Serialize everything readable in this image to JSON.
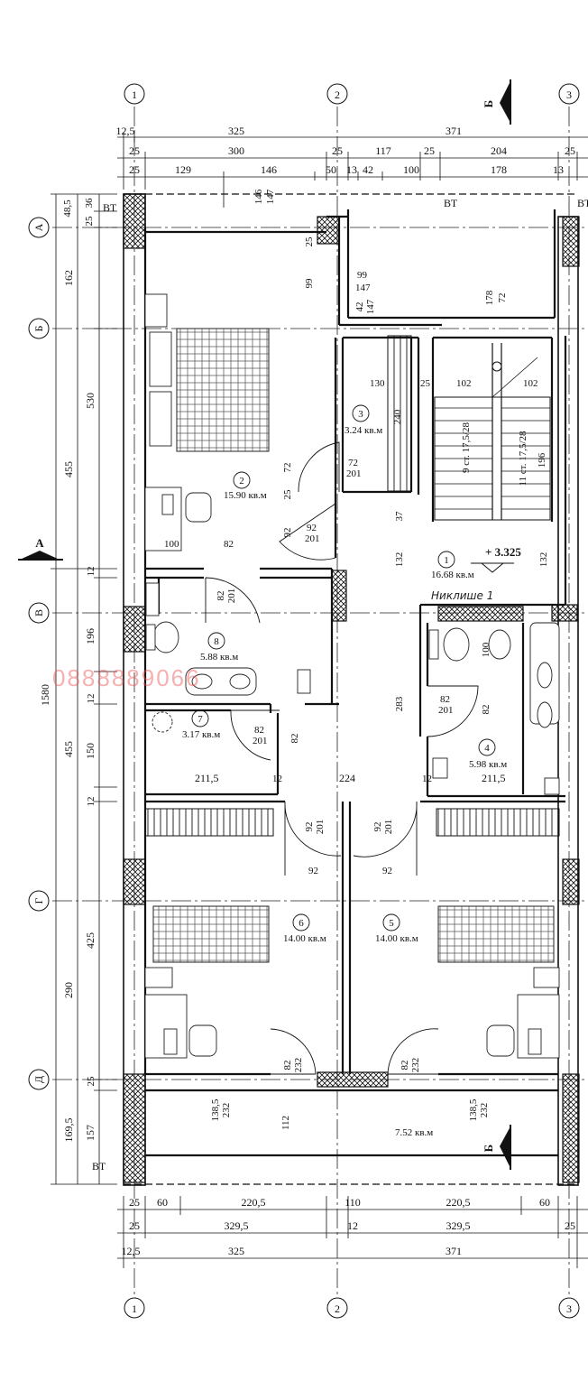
{
  "axes_numeric": [
    "1",
    "2",
    "3"
  ],
  "axes_letter": [
    "А",
    "Б",
    "В",
    "Г",
    "Д"
  ],
  "section_marks": {
    "a": "А",
    "b": "Б"
  },
  "top_dims": {
    "row1": [
      "12,5",
      "325",
      "371"
    ],
    "row2": [
      "25",
      "300",
      "25",
      "117",
      "25",
      "204",
      "25"
    ],
    "row3": [
      "25",
      "129",
      "146",
      "50",
      "13",
      "42",
      "100",
      "178",
      "13"
    ]
  },
  "bottom_dims": {
    "row1": [
      "25",
      "60",
      "220,5",
      "110",
      "220,5",
      "60"
    ],
    "row2": [
      "25",
      "329,5",
      "12",
      "329,5",
      "25"
    ],
    "row3": [
      "12,5",
      "325",
      "371"
    ]
  },
  "left_dims": {
    "total": "1580",
    "mid": [
      "455",
      "455"
    ],
    "inner": [
      "48,5",
      "36",
      "25",
      "162",
      "530",
      "12",
      "196",
      "12",
      "150",
      "12",
      "425",
      "290",
      "25",
      "157",
      "169,5"
    ]
  },
  "rooms": [
    {
      "num": "1",
      "area": "16.68 кв.м"
    },
    {
      "num": "2",
      "area": "15.90 кв.м"
    },
    {
      "num": "3",
      "area": "3.24 кв.м"
    },
    {
      "num": "4",
      "area": "5.98 кв.м"
    },
    {
      "num": "5",
      "area": "14.00 кв.м"
    },
    {
      "num": "6",
      "area": "14.00 кв.м"
    },
    {
      "num": "7",
      "area": "3.17 кв.м"
    },
    {
      "num": "8",
      "area": "5.88 кв.м"
    }
  ],
  "terrace_area": "7.52 кв.м",
  "level": "+ 3.325",
  "vt": "ВТ",
  "stair": {
    "flight1": "9 ст. 17,5/28",
    "flight2": "11 ст. 17,5/28"
  },
  "handwritten": "Никлише 1",
  "watermark": "0888889066",
  "inner_dims": {
    "d99": "99",
    "d147": "147",
    "d146": "146",
    "d147b": "147",
    "d42": "42",
    "d178": "178",
    "d72": "72",
    "d130": "130",
    "d25": "25",
    "d102": "102",
    "d102b": "102",
    "d240": "240",
    "d196": "196",
    "d72b": "72",
    "d72_201": "72",
    "d201": "201",
    "d92": "92",
    "d92_201": "92",
    "d201b": "201",
    "d37": "37",
    "d132": "132",
    "d132b": "132",
    "d100": "100",
    "d82": "82",
    "d82_201": "82",
    "d201c": "201",
    "d283": "283",
    "d82b": "82",
    "d201d": "201",
    "d82c": "82",
    "d100b": "100",
    "d82d": "82",
    "d201e": "201",
    "d82e": "82",
    "d211": "211,5",
    "d211b": "211,5",
    "d224": "224",
    "d12": "12",
    "d12b": "12",
    "d92c": "92",
    "d201f": "201",
    "d92d": "92",
    "d201g": "201",
    "d92e": "92",
    "d92f": "92",
    "d82f": "82",
    "d232": "232",
    "d82g": "82",
    "d232b": "232",
    "d1385": "138,5",
    "d232c": "232",
    "d112": "112",
    "d1385b": "138,5",
    "d232d": "232",
    "d25b": "25",
    "d25c": "25"
  }
}
